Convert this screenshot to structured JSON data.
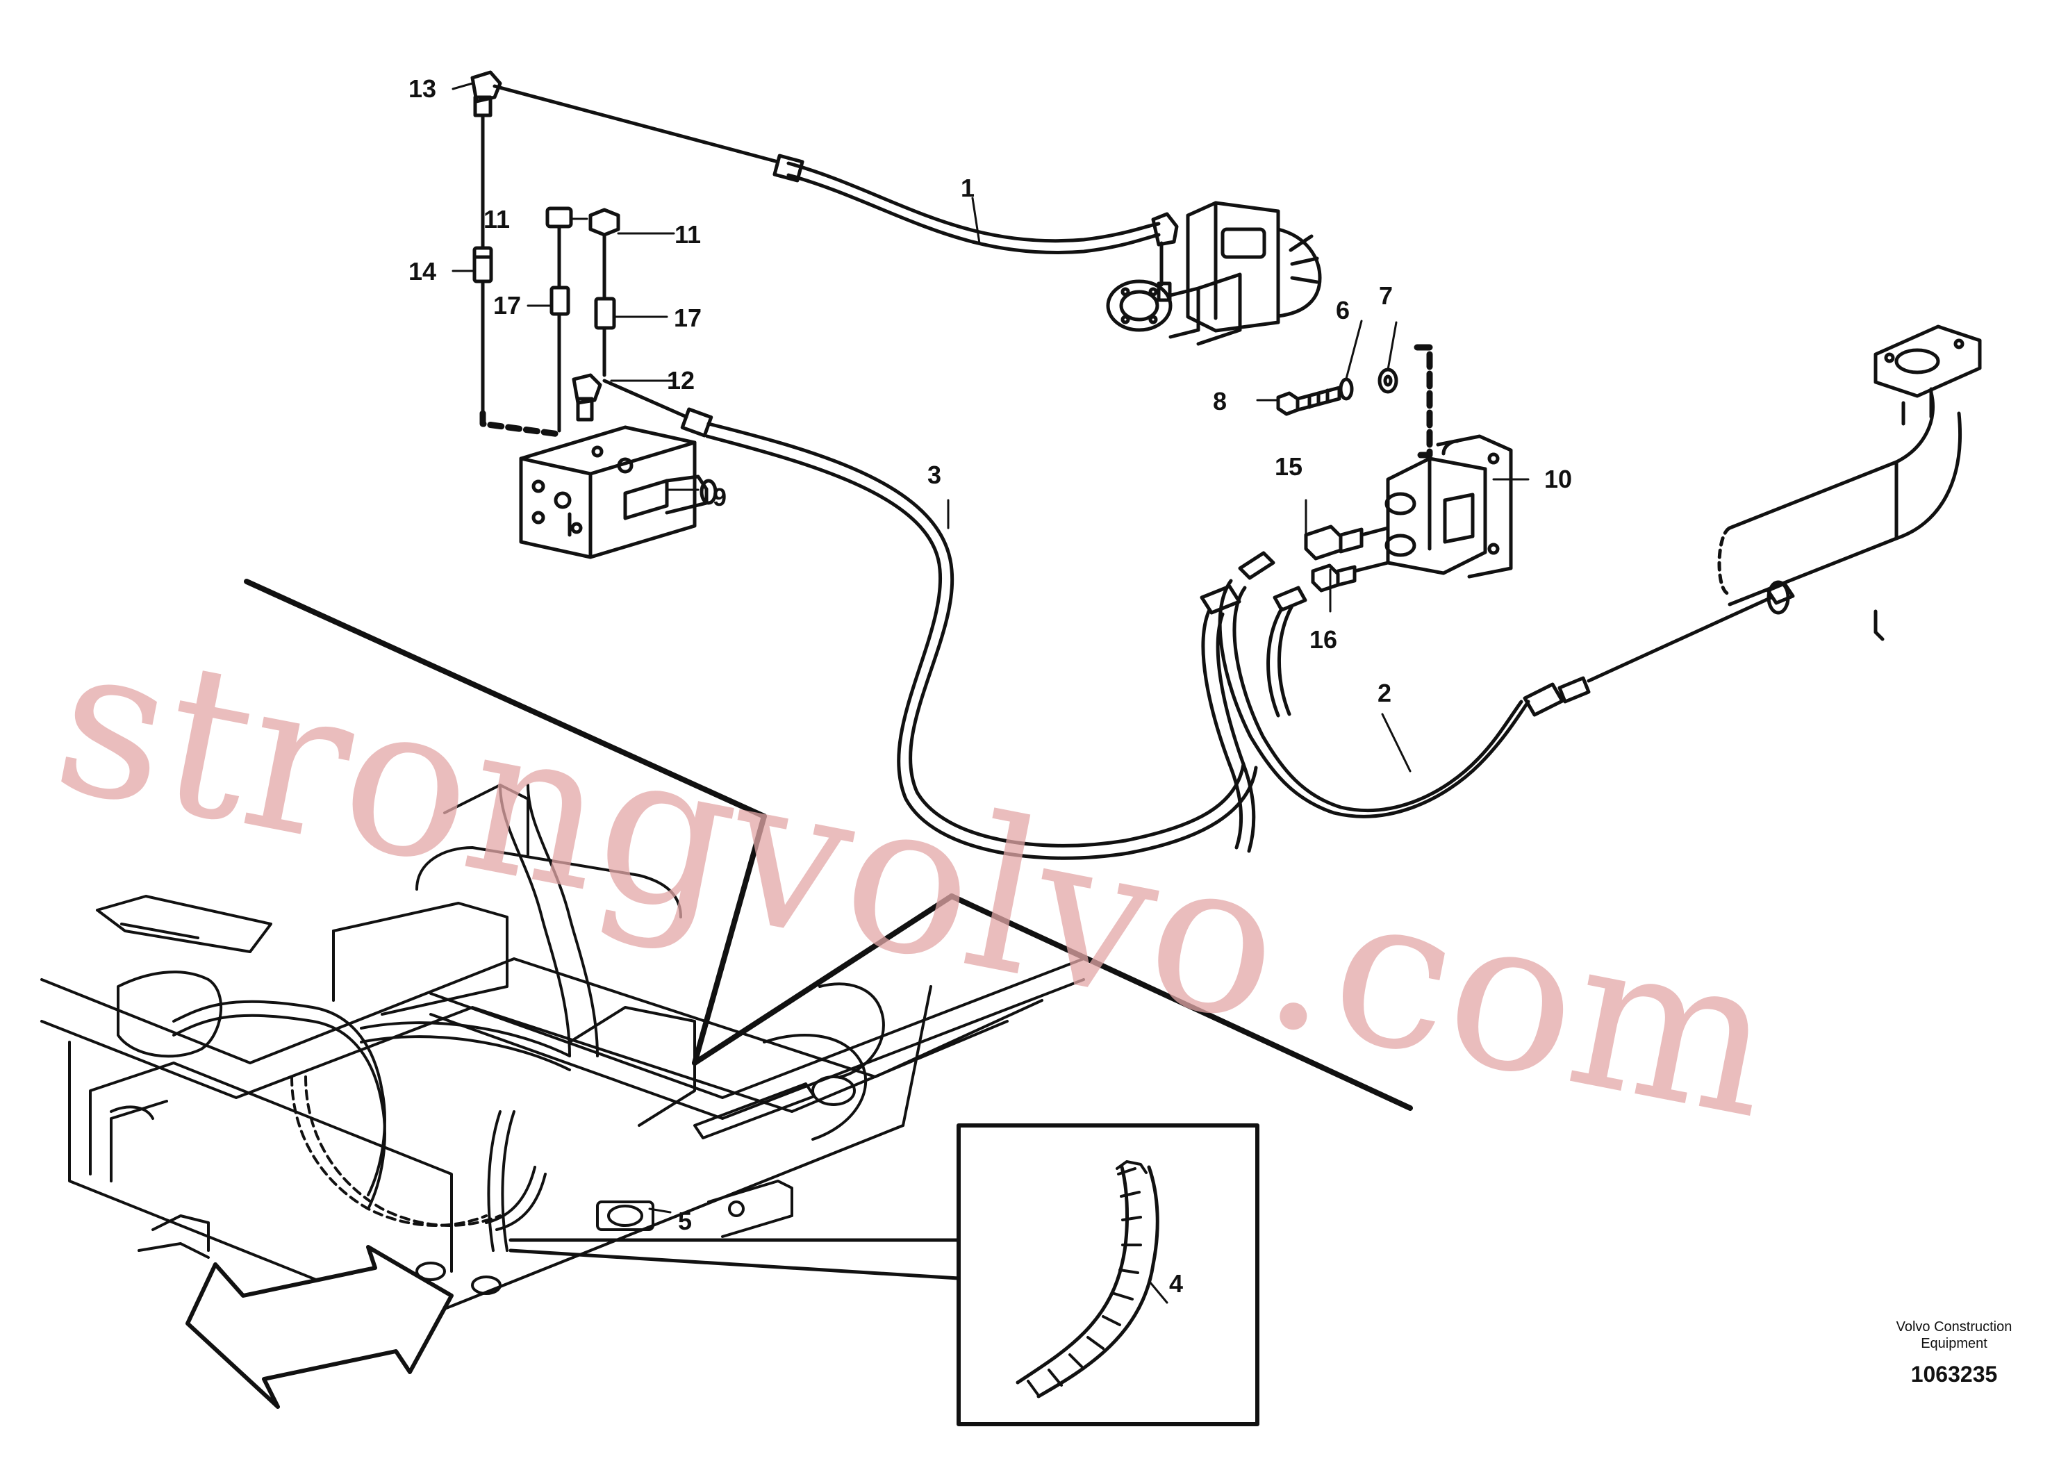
{
  "diagram": {
    "callouts": [
      "1",
      "2",
      "3",
      "4",
      "5",
      "6",
      "7",
      "8",
      "9",
      "10",
      "11",
      "11",
      "12",
      "13",
      "14",
      "15",
      "16",
      "17",
      "17"
    ],
    "watermark": "strongvolvo.com",
    "caption": {
      "company": "Volvo Construction Equipment",
      "drawing_number": "1063235"
    }
  }
}
